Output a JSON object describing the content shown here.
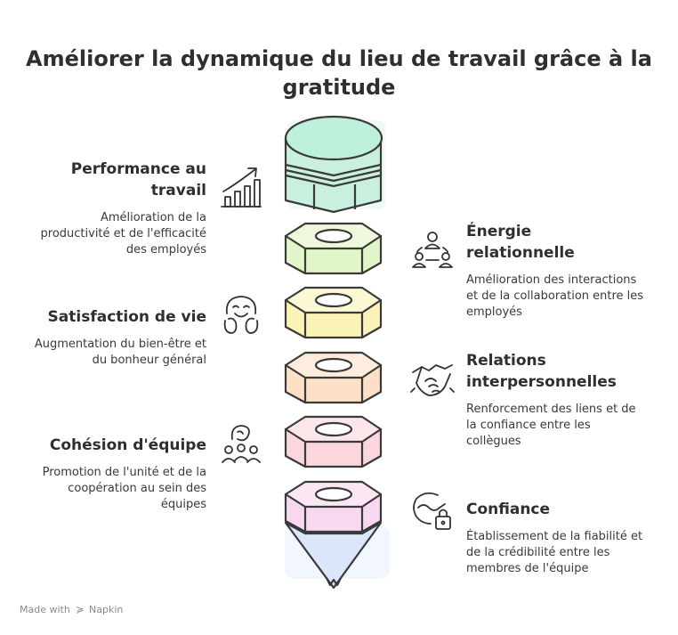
{
  "title": "Améliorer la dynamique du lieu de travail grâce à la gratitude",
  "items": [
    {
      "heading": "Performance au travail",
      "description": "Amélioration de la productivité et de l'efficacité des employés",
      "icon": "bar-chart-growth-icon"
    },
    {
      "heading": "Énergie relationnelle",
      "description": "Amélioration des interactions et de la collaboration entre les employés",
      "icon": "team-network-icon"
    },
    {
      "heading": "Satisfaction de vie",
      "description": "Augmentation du bien-être et du bonheur général",
      "icon": "happy-face-icon"
    },
    {
      "heading": "Relations interpersonnelles",
      "description": "Renforcement des liens et de la confiance entre les collègues",
      "icon": "handshake-icon"
    },
    {
      "heading": "Cohésion d'équipe",
      "description": "Promotion de l'unité et de la coopération au sein des équipes",
      "icon": "team-unity-icon"
    },
    {
      "heading": "Confiance",
      "description": "Établissement de la fiabilité et de la crédibilité entre les membres de l'équipe",
      "icon": "secure-handshake-icon"
    }
  ],
  "colors": {
    "cap": "#bff0dc",
    "nut_1": "#e2f5c8",
    "nut_2": "#fbf3b8",
    "nut_3": "#fde0c8",
    "nut_4": "#fbd6dc",
    "nut_5": "#f8d8ee",
    "tip": "#dbe6fb",
    "stroke": "#3a3a3a"
  },
  "footer": {
    "made_with": "Made with",
    "brand": "Napkin"
  }
}
